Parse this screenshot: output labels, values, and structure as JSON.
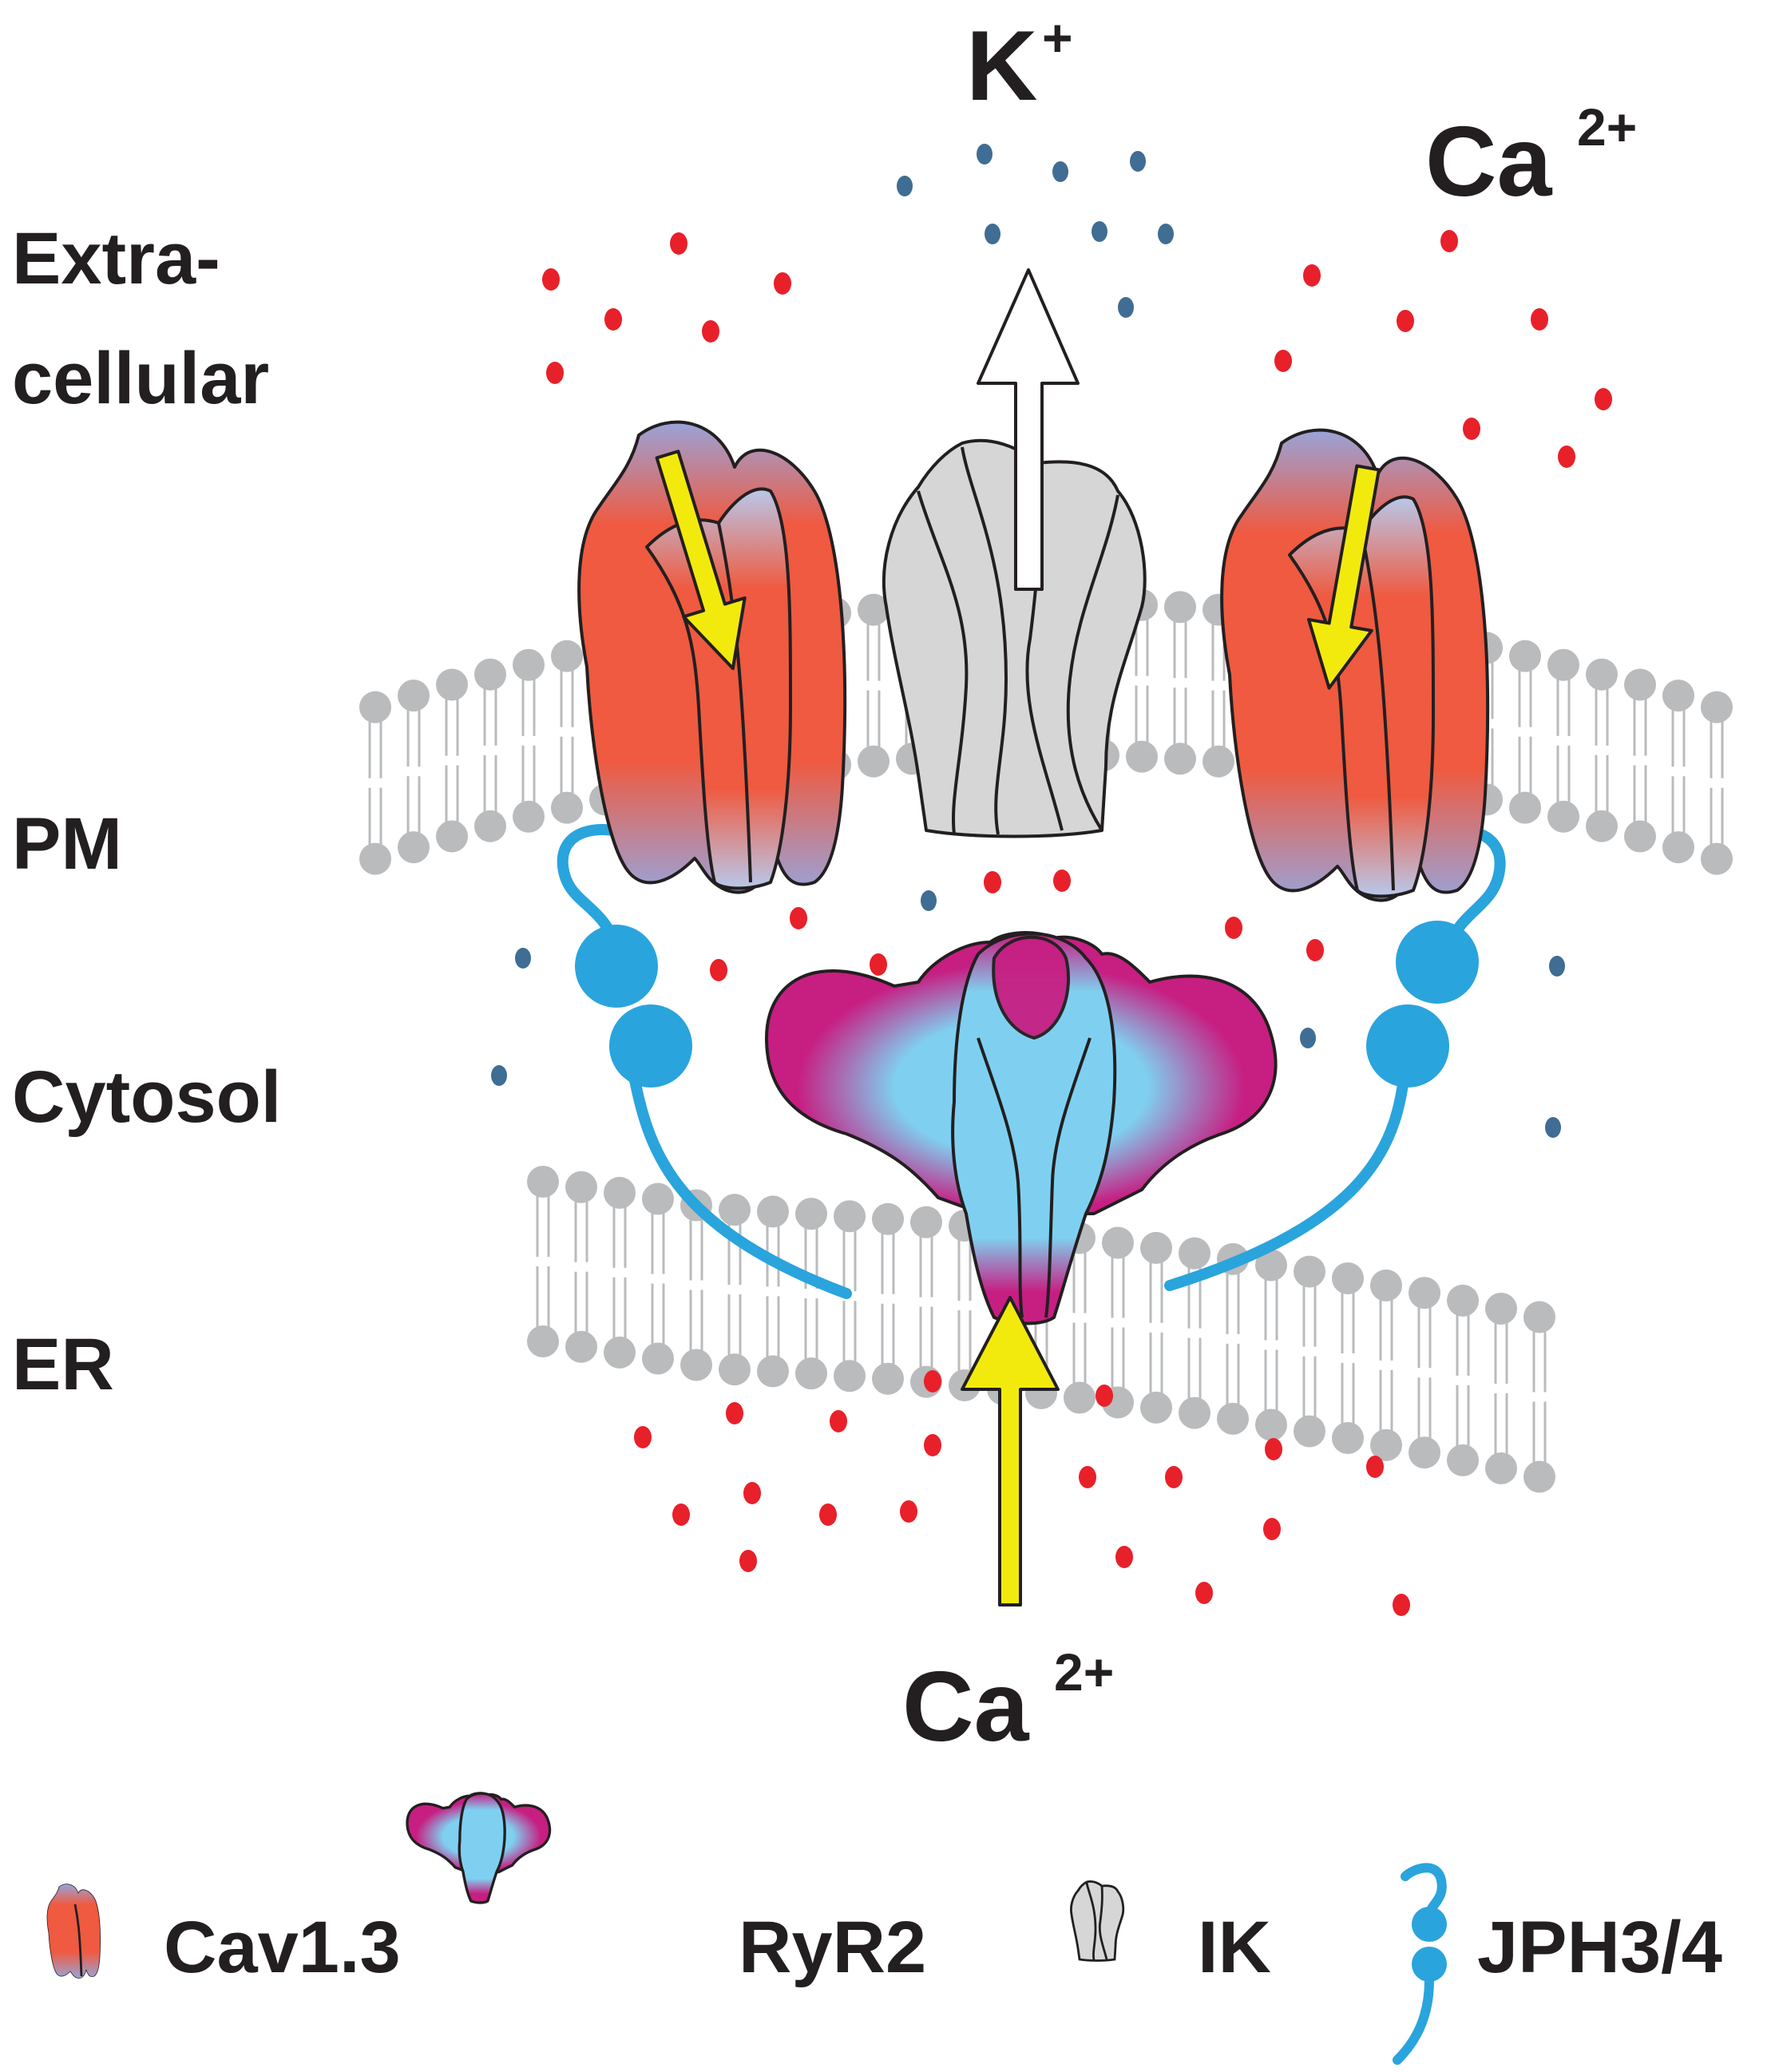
{
  "regions": {
    "extracellular_line1": "Extra-",
    "extracellular_line2": "cellular",
    "pm": "PM",
    "cytosol": "Cytosol",
    "er": "ER"
  },
  "ions": {
    "k_base": "K",
    "k_charge": "+",
    "ca_top_base": "Ca",
    "ca_top_charge": "2+",
    "ca_bottom_base": "Ca",
    "ca_bottom_charge": "2+"
  },
  "legend": {
    "items": [
      {
        "label": "Cav1.3",
        "icon": "cav13-channel-icon"
      },
      {
        "label": "RyR2",
        "icon": "ryr2-channel-icon"
      },
      {
        "label": "IK",
        "icon": "ik-channel-icon"
      },
      {
        "label": "JPH3/4",
        "icon": "jph34-tether-icon"
      }
    ]
  },
  "colors": {
    "ca_ion": "#e8202a",
    "k_ion": "#3f6d93",
    "influx_arrow": "#f2ea0d",
    "efflux_arrow": "#ffffff",
    "membrane": "#b9bbbd",
    "cav_red": "#ef5a40",
    "cav_blue": "#9aa3d8",
    "ryr_magenta": "#c71e82",
    "ryr_cyan": "#7fd0f0",
    "ik_grey": "#d6d6d6",
    "jph_blue": "#2aa4dc"
  }
}
